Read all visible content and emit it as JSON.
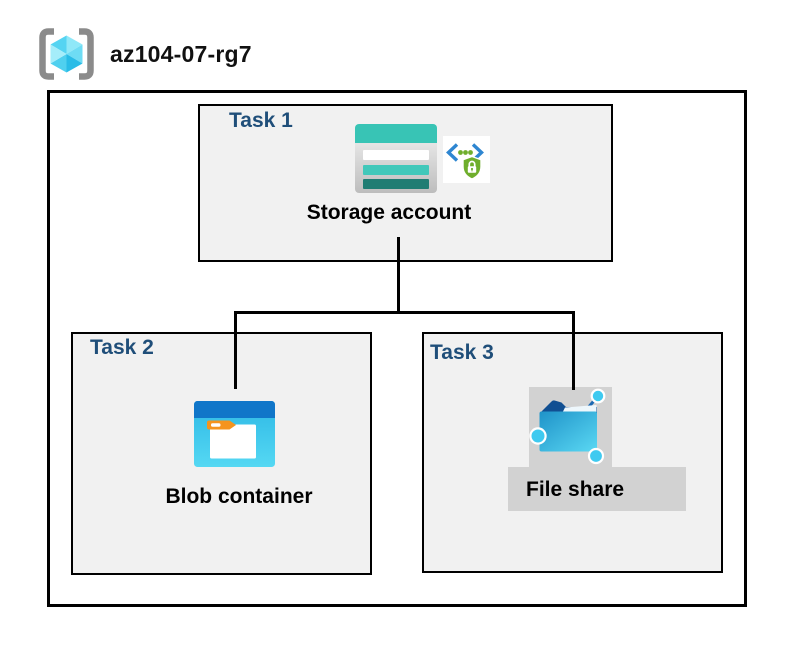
{
  "header": {
    "resource_group_name": "az104-07-rg7",
    "icon": "resource-group-icon"
  },
  "tasks": [
    {
      "label": "Task 1",
      "item": "Storage account",
      "icons": [
        "storage-account-icon",
        "endpoint-security-icon"
      ]
    },
    {
      "label": "Task 2",
      "item": "Blob container",
      "icons": [
        "blob-container-icon"
      ]
    },
    {
      "label": "Task 3",
      "item": "File share",
      "icons": [
        "file-share-icon"
      ]
    }
  ],
  "connections": [
    {
      "from": "Storage account",
      "to": "Blob container"
    },
    {
      "from": "Storage account",
      "to": "File share"
    }
  ],
  "colors": {
    "task_label": "#1f4e79",
    "box_fill": "#f1f1f1",
    "border": "#000000",
    "highlight_gray": "#d2d2d2",
    "storage_teal": "#38c4b5",
    "storage_teal_dark": "#1f7d73",
    "blob_top_blue": "#1076c9",
    "blob_cyan": "#2db8e5",
    "share_node_cyan": "#3fcaf0",
    "share_folder_blue": "#114f92",
    "shield_green": "#6fae2c",
    "bracket_blue": "#2e86d1",
    "rg_bracket_gray": "#8b8b8b"
  }
}
